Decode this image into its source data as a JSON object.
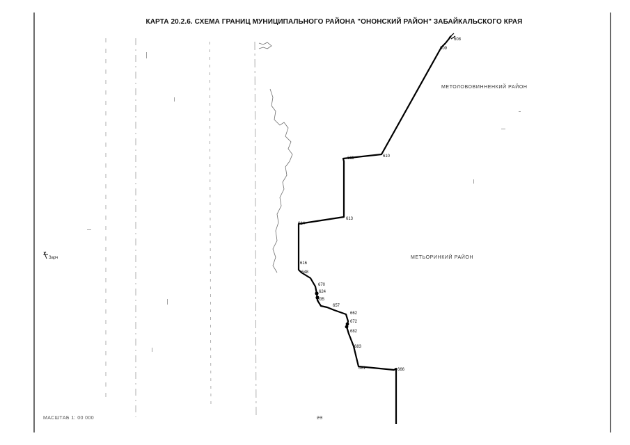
{
  "map": {
    "title": "КАРТА 20.2.6. СХЕМА ГРАНИЦ МУНИЦИПАЛЬНОГО РАЙОНА \"ОНОНСКИЙ РАЙОН\" ЗАБАЙКАЛЬСКОГО КРАЯ",
    "region_labels": {
      "north_east": "МЕТОЛОВОВИННЕНКИЙ РАЙОН",
      "east": "МЕТЬОРИНКИЙ РАЙОН"
    },
    "side_label": "Зарч",
    "scale_label": "МАСШТАБ 1: 00 000",
    "page_number": "23",
    "boundary_point_labels": [
      "608",
      "609",
      "610",
      "611",
      "613",
      "614",
      "616",
      "648",
      "670",
      "624",
      "635",
      "657",
      "662",
      "672",
      "682",
      "683",
      "681",
      "666"
    ],
    "colors": {
      "boundary": "#000000",
      "river": "#6d6d6d",
      "frame": "#6a6a6a",
      "background": "#ffffff"
    }
  }
}
